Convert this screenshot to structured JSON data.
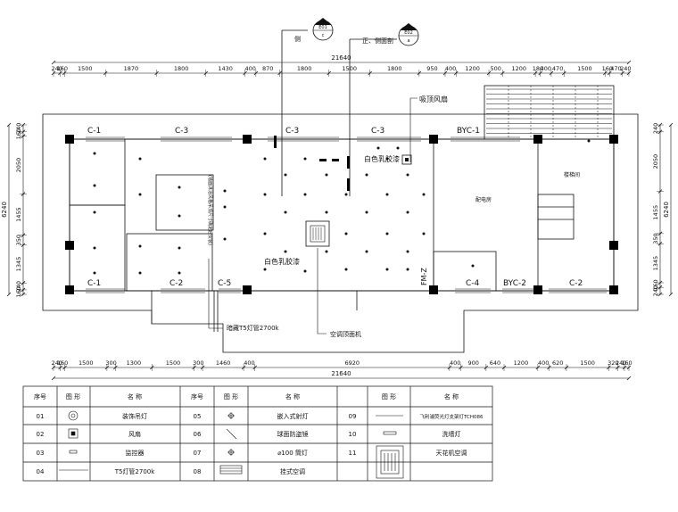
{
  "section_markers": [
    {
      "code": "E01",
      "sub": "c",
      "label": "侧"
    },
    {
      "code": "E02",
      "sub": "a",
      "label": "正、侧面剖"
    }
  ],
  "top_dims": {
    "total": "21640",
    "segments": [
      "240",
      "160",
      "1500",
      "1870",
      "1800",
      "1430",
      "400",
      "870",
      "1800",
      "1500",
      "1800",
      "950",
      "400",
      "1200",
      "500",
      "1200",
      "180",
      "400",
      "470",
      "1500",
      "160",
      "470",
      "240"
    ]
  },
  "bottom_dims": {
    "total": "21640",
    "segments": [
      "240",
      "160",
      "1500",
      "300",
      "1300",
      "1500",
      "300",
      "1460",
      "400",
      "6920",
      "400",
      "900",
      "640",
      "1200",
      "400",
      "620",
      "1500",
      "320",
      "240",
      "160"
    ]
  },
  "left_dims": [
    "240",
    "160",
    "2050",
    "1455",
    "350",
    "1345",
    "240",
    "160"
  ],
  "left_total": "6240",
  "right_dims": [
    "240",
    "2050",
    "1455",
    "350",
    "1345",
    "160",
    "240"
  ],
  "right_total": "6240",
  "window_labels": [
    "C-1",
    "C-3",
    "C-3",
    "C-3",
    "BYC-1",
    "C-1",
    "C-2",
    "C-5",
    "FM-Z",
    "C-4",
    "BYC-2",
    "C-2"
  ],
  "annotations": {
    "exhaust_fan": "吸顶风扇",
    "latex_paint_1": "白色乳胶漆",
    "latex_paint_2": "白色乳胶漆",
    "power_room": "配电房",
    "stair_room": "楼梯间",
    "vertical_note": "(墙面沐浴风格吊顶尺寸确定后安装)",
    "hidden_t5": "暗藏T5灯管2700k",
    "ac_unit": "空调顶面机"
  },
  "legend": {
    "headers": [
      "序号",
      "图 形",
      "名 称",
      "序号",
      "图 形",
      "名 称",
      "图 形",
      "名 称"
    ],
    "rows": [
      {
        "n1": "01",
        "name1": "装饰吊灯",
        "n2": "05",
        "name2": "嵌入式射灯",
        "n3": "09",
        "name3": "飞利浦荧光灯支架灯TCH086"
      },
      {
        "n1": "02",
        "name1": "风扇",
        "n2": "06",
        "name2": "球面防盗镜",
        "n3": "10",
        "name3": "洗墙灯"
      },
      {
        "n1": "03",
        "name1": "监控器",
        "n2": "07",
        "name2": "⌀100 筒灯",
        "n3": "11",
        "name3": "天花机空调"
      },
      {
        "n1": "04",
        "name1": "T5灯管2700k",
        "n2": "08",
        "name2": "挂式空调",
        "n3": "",
        "name3": ""
      }
    ]
  },
  "colors": {
    "line": "#111111",
    "fill_dark": "#000000"
  }
}
